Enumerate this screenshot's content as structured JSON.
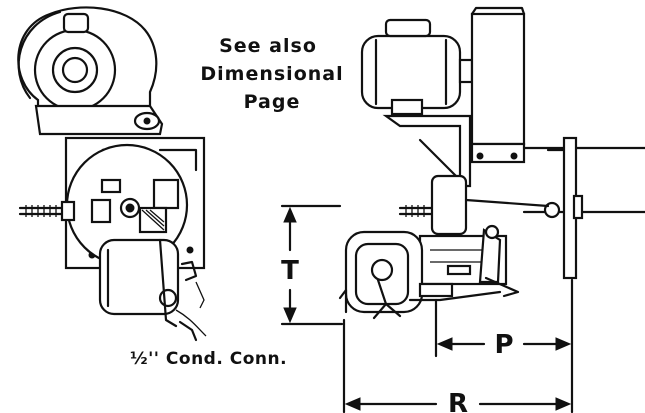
{
  "note": {
    "line1": "See also",
    "line2": "Dimensional",
    "line3": "Page"
  },
  "labels": {
    "cond_conn": "½'' Cond. Conn.",
    "dim_t": "T",
    "dim_p": "P",
    "dim_r": "R"
  }
}
